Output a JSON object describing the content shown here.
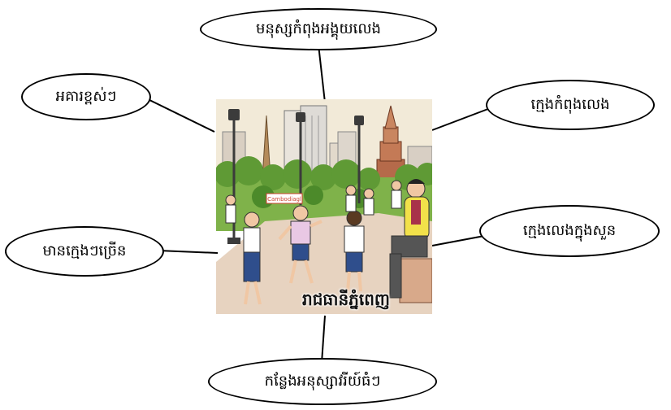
{
  "center": {
    "caption": "រាជធានីភ្នំពេញ",
    "sign_text": "Cambodiagl"
  },
  "labels": {
    "top": "មនុស្សកំពុងអង្គុយលេង",
    "top_left": "អគារខ្ពស់ៗ",
    "top_right": "ក្មេងកំពុងលេង",
    "mid_left": "មានក្មេងៗច្រើន",
    "mid_right": "ក្មេងលេងក្នុងសួន",
    "bottom": "កន្លែងអនុស្សាវរីយ៍ធំៗ"
  },
  "colors": {
    "line": "#000000",
    "sky": "#f2ead8",
    "grass": "#7fb24a",
    "path": "#e7d3c0"
  }
}
